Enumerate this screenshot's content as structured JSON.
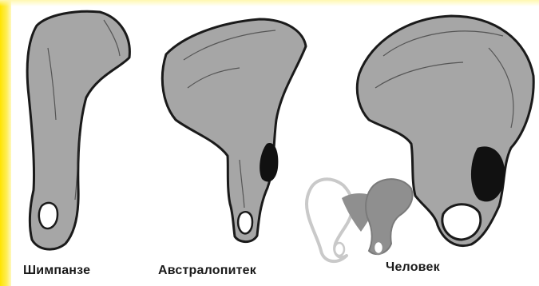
{
  "figure": {
    "labels": {
      "chimpanzee": "Шимпанзе",
      "australopithecus": "Австралопитек",
      "human": "Человек"
    },
    "colors": {
      "accent_stripe": "#ffe400",
      "bone_fill": "#a6a6a6",
      "bone_outline": "#1a1a1a",
      "inset_light": "#d2d2d2",
      "inset_dark": "#8f8f8f"
    }
  }
}
